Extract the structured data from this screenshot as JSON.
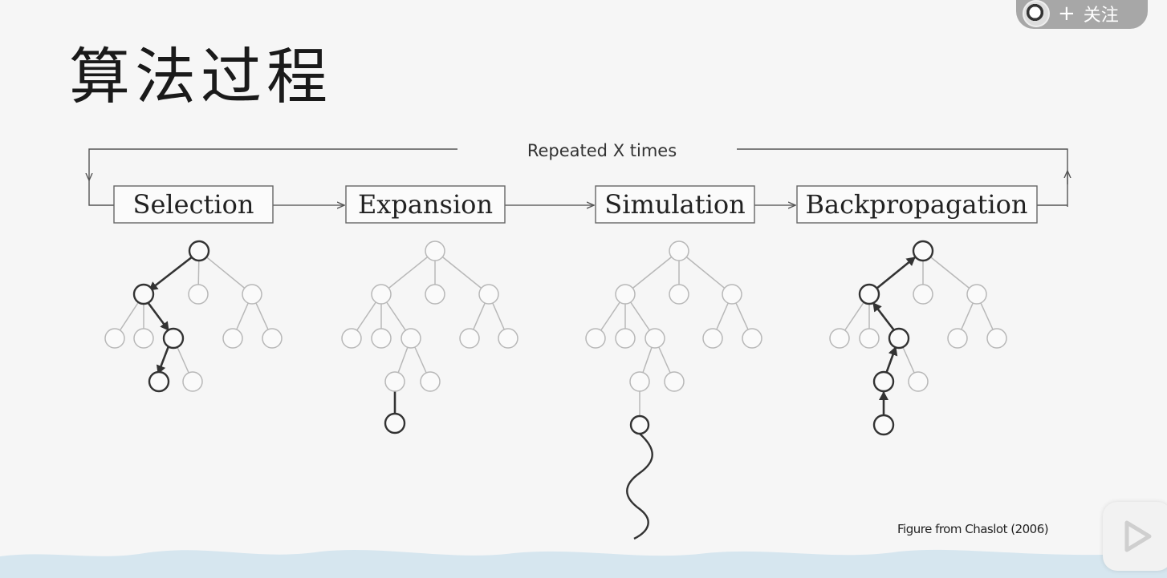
{
  "title": "算法过程",
  "follow": {
    "plus": "+",
    "label": "关注"
  },
  "diagram": {
    "loop_label": "Repeated X times",
    "steps": [
      "Selection",
      "Expansion",
      "Simulation",
      "Backpropagation"
    ],
    "credit": "Figure from Chaslot (2006)"
  }
}
